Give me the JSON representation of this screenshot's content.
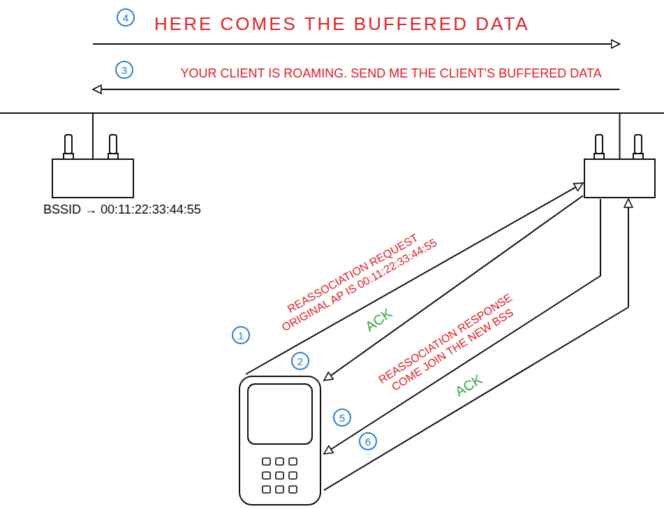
{
  "diagram": {
    "nodes": [
      {
        "text": [
          "BSSID → 00:11:22:33:44:55"
        ]
      },
      {
        "text": []
      },
      {
        "text": []
      }
    ],
    "edges": [
      {
        "from": 2,
        "to": 1,
        "arrow": "to",
        "label": "REASSOCIATION REQUEST ORIGINAL AP IS 00:11:22:33:44:55"
      },
      {
        "from": 1,
        "to": 2,
        "arrow": "to",
        "label": "ACK"
      },
      {
        "from": 1,
        "to": 0,
        "arrow": "to",
        "label": "YOUR CLIENT IS ROAMING. SEND ME THE CLIENT'S BUFFERED DATA"
      },
      {
        "from": 0,
        "to": 1,
        "arrow": "to",
        "label": "HERE COMES THE BUFFERED DATA"
      },
      {
        "from": 1,
        "to": 2,
        "arrow": "to",
        "label": "REASSOCIATION RESPONSE COME JOIN THE NEW BSS"
      },
      {
        "from": 2,
        "to": 1,
        "arrow": "to",
        "label": "ACK"
      }
    ],
    "labels": [
      "4",
      "3",
      "1",
      "2",
      "5",
      "6"
    ]
  }
}
